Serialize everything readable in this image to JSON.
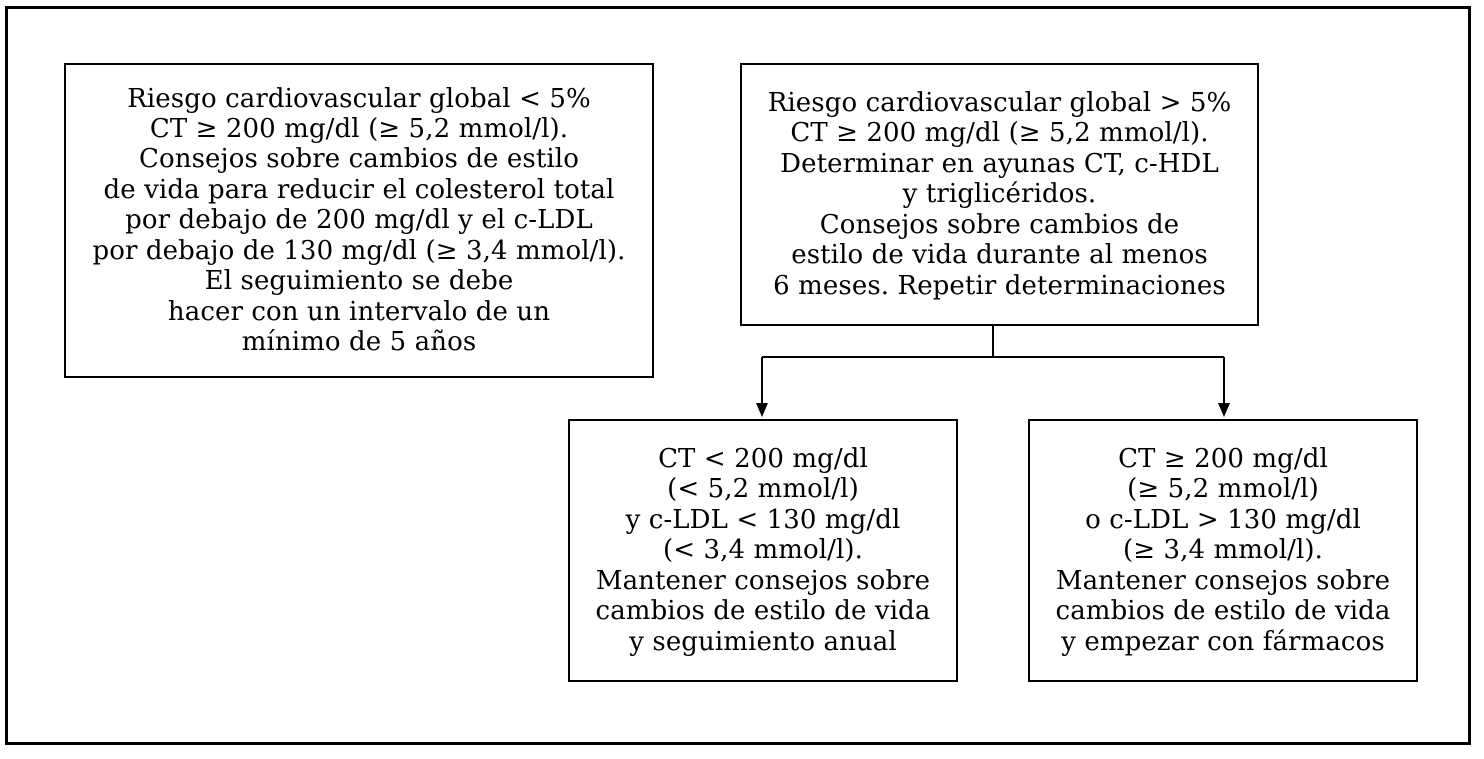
{
  "boxes": {
    "low_risk": {
      "lines": [
        "Riesgo cardiovascular global < 5%",
        "CT ≥ 200 mg/dl (≥ 5,2 mmol/l).",
        "Consejos sobre cambios de estilo",
        "de vida para reducir el colesterol total",
        "por debajo de 200 mg/dl y el c-LDL",
        "por debajo de 130 mg/dl (≥ 3,4 mmol/l).",
        "El seguimiento se debe",
        "hacer con un intervalo de un",
        "mínimo de 5 años"
      ]
    },
    "high_risk": {
      "lines": [
        "Riesgo cardiovascular global > 5%",
        "CT ≥ 200 mg/dl (≥ 5,2 mmol/l).",
        "Determinar en ayunas CT, c-HDL",
        "y triglicéridos.",
        "Consejos sobre cambios de",
        "estilo de vida durante al menos",
        "6 meses. Repetir determinaciones"
      ]
    },
    "outcome_low": {
      "lines": [
        "CT < 200 mg/dl",
        "(< 5,2 mmol/l)",
        "y c-LDL < 130 mg/dl",
        "(< 3,4 mmol/l).",
        "Mantener consejos sobre",
        "cambios de estilo de vida",
        "y seguimiento anual"
      ]
    },
    "outcome_high": {
      "lines": [
        "CT ≥ 200 mg/dl",
        "(≥ 5,2 mmol/l)",
        "o c-LDL > 130 mg/dl",
        "(≥ 3,4 mmol/l).",
        "Mantener consejos sobre",
        "cambios de estilo de vida",
        "y empezar con fármacos"
      ]
    }
  },
  "connections": [
    {
      "from": "high_risk",
      "to": "outcome_low",
      "style": "arrow"
    },
    {
      "from": "high_risk",
      "to": "outcome_high",
      "style": "arrow"
    }
  ],
  "colors": {
    "stroke": "#000000",
    "background": "#ffffff",
    "text": "#000000"
  }
}
